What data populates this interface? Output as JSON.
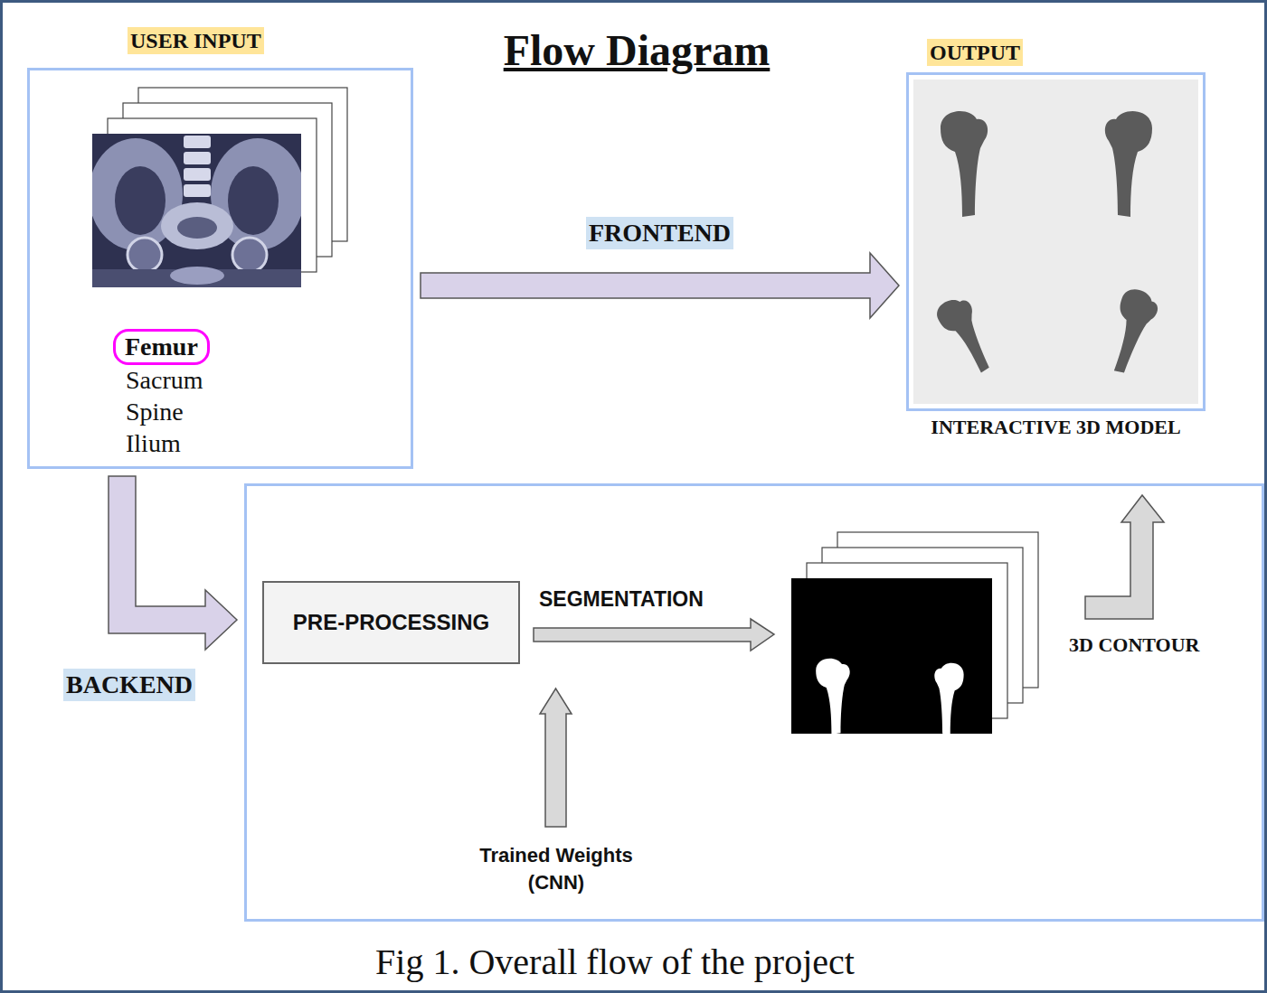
{
  "diagram": {
    "title": "Flow Diagram",
    "caption": "Fig 1. Overall flow of the project",
    "nodes": [
      {
        "text": [
          "USER INPUT",
          "Femur",
          "Sacrum",
          "Spine",
          "Ilium"
        ]
      },
      {
        "text": [
          "OUTPUT",
          "INTERACTIVE 3D MODEL"
        ]
      },
      {
        "text": [
          "BACKEND"
        ]
      },
      {
        "text": [
          "PRE-PROCESSING"
        ],
        "in": 2
      }
    ],
    "edges": [
      {
        "from": 0,
        "to": 1,
        "label": "FRONTEND",
        "arrow": "to"
      },
      {
        "from": 0,
        "to": 2,
        "arrow": "to"
      }
    ],
    "labels": [
      "SEGMENTATION",
      "Trained Weights (CNN)",
      "3D CONTOUR"
    ]
  }
}
